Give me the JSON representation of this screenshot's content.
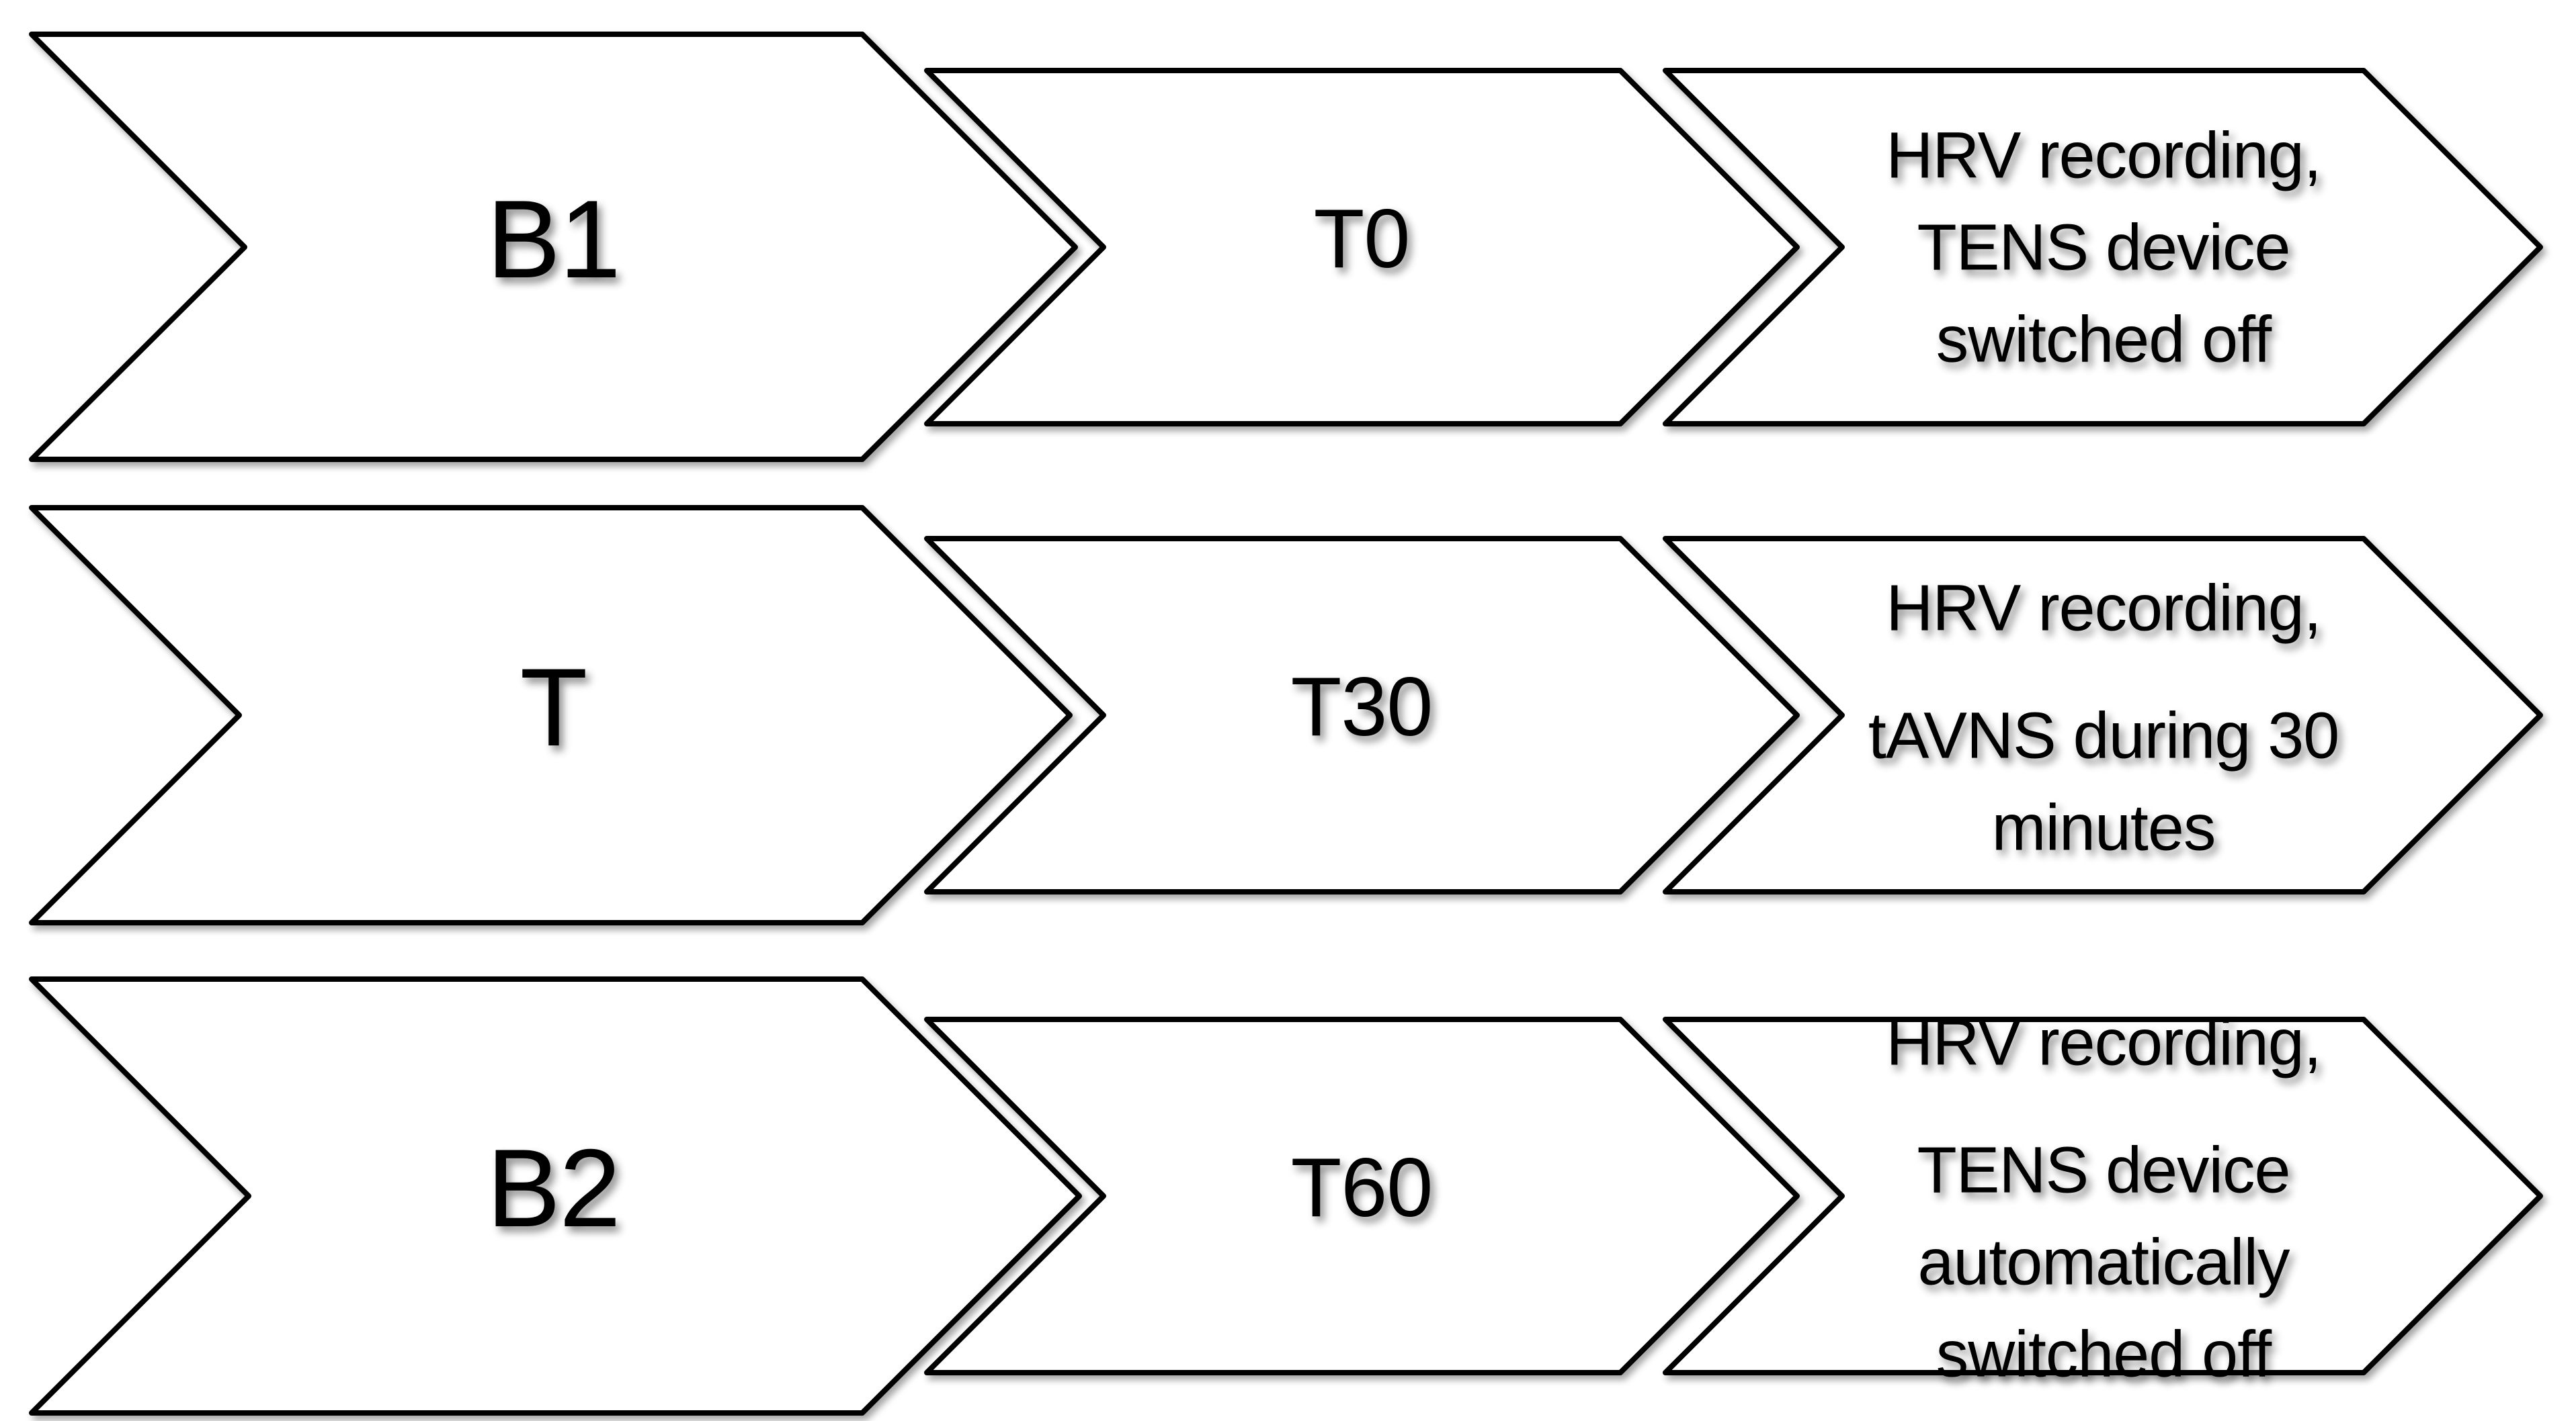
{
  "diagram": {
    "colors": {
      "background": "#ffffff",
      "shape_fill": "#ffffff",
      "shape_stroke": "#000000",
      "text": "#000000"
    },
    "rows": [
      {
        "stage": "B1",
        "time": "T0",
        "desc": [
          "HRV recording,",
          "TENS device",
          "switched off"
        ]
      },
      {
        "stage": "T",
        "time": "T30",
        "desc": [
          "HRV recording,",
          "tAVNS during 30",
          "minutes"
        ]
      },
      {
        "stage": "B2",
        "time": "T60",
        "desc": [
          "HRV recording,",
          "TENS device",
          "automatically",
          "switched off"
        ]
      }
    ]
  }
}
